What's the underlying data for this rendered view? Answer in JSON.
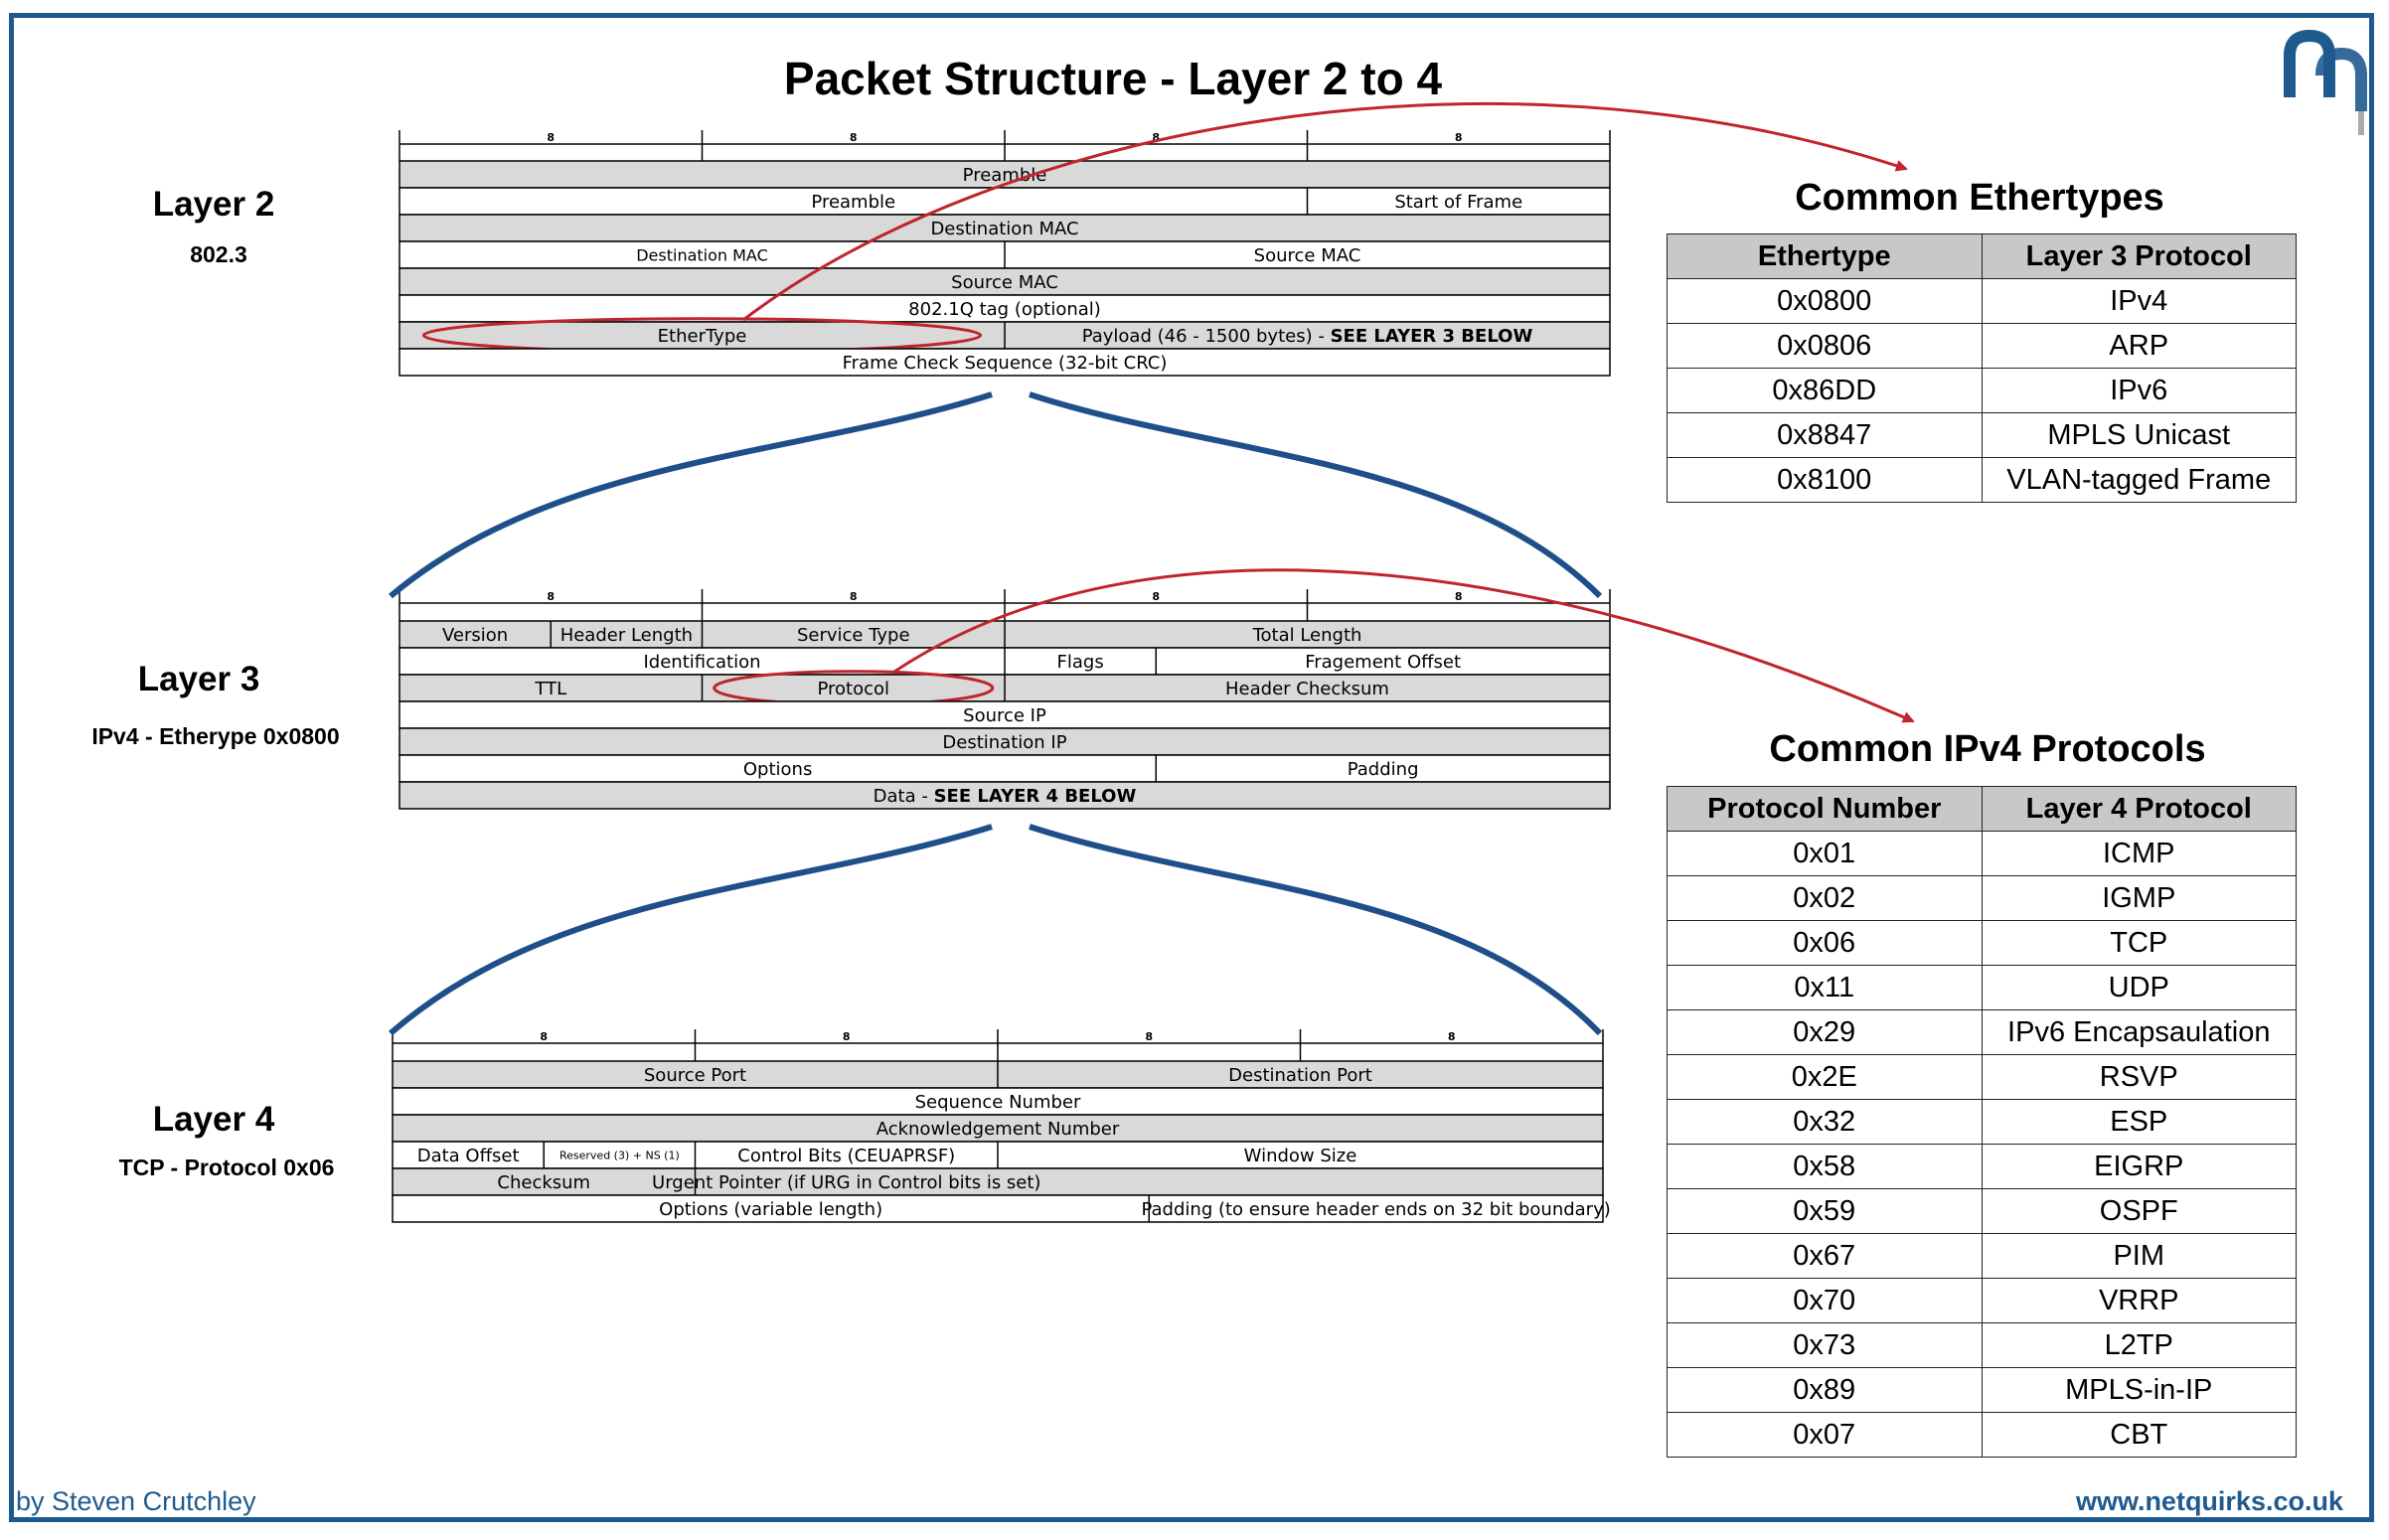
{
  "title": "Packet Structure - Layer 2 to 4",
  "layers": {
    "l2": {
      "title": "Layer 2",
      "subtitle": "802.3"
    },
    "l3": {
      "title": "Layer 3",
      "subtitle": "IPv4 - Etherype 0x0800"
    },
    "l4": {
      "title": "Layer 4",
      "subtitle": "TCP - Protocol 0x06"
    }
  },
  "bit_marker": "8",
  "diagrams": [
    {
      "id": "l2",
      "rows": [
        {
          "shaded": true,
          "cells": [
            {
              "span": 4,
              "text": "Preamble"
            }
          ]
        },
        {
          "shaded": false,
          "cells": [
            {
              "span": 3,
              "text": "Preamble"
            },
            {
              "span": 1,
              "text": "Start of Frame"
            }
          ]
        },
        {
          "shaded": true,
          "cells": [
            {
              "span": 4,
              "text": "Destination MAC"
            }
          ]
        },
        {
          "shaded": false,
          "cells": [
            {
              "span": 2,
              "text": "Destination MAC",
              "small": true
            },
            {
              "span": 2,
              "text": "Source MAC"
            }
          ]
        },
        {
          "shaded": true,
          "cells": [
            {
              "span": 4,
              "text": "Source MAC"
            }
          ]
        },
        {
          "shaded": false,
          "cells": [
            {
              "span": 4,
              "text": "802.1Q tag (optional)"
            }
          ]
        },
        {
          "shaded": true,
          "cells": [
            {
              "span": 2,
              "text": "EtherType",
              "circled": true
            },
            {
              "span": 2,
              "text": "Payload (46 - 1500 bytes) - ",
              "bold": "SEE LAYER 3 BELOW"
            }
          ]
        },
        {
          "shaded": false,
          "cells": [
            {
              "span": 4,
              "text": "Frame Check Sequence (32-bit CRC)"
            }
          ]
        }
      ]
    },
    {
      "id": "l3",
      "rows": [
        {
          "shaded": true,
          "cells": [
            {
              "span": 1,
              "text": "Version"
            },
            {
              "span": 1,
              "text": "Header Length"
            },
            {
              "span": 2,
              "text": "Service Type"
            },
            {
              "span": 4,
              "text": "Total Length"
            }
          ]
        },
        {
          "shaded": false,
          "cells": [
            {
              "span": 4,
              "text": "Identification"
            },
            {
              "span": 1,
              "text": "Flags"
            },
            {
              "span": 3,
              "text": "Fragement Offset"
            }
          ]
        },
        {
          "shaded": true,
          "cells": [
            {
              "span": 2,
              "text": "TTL"
            },
            {
              "span": 2,
              "text": "Protocol",
              "circled": true
            },
            {
              "span": 4,
              "text": "Header Checksum"
            }
          ]
        },
        {
          "shaded": false,
          "cells": [
            {
              "span": 8,
              "text": "Source IP"
            }
          ]
        },
        {
          "shaded": true,
          "cells": [
            {
              "span": 8,
              "text": "Destination IP"
            }
          ]
        },
        {
          "shaded": false,
          "cells": [
            {
              "span": 5,
              "text": "Options"
            },
            {
              "span": 3,
              "text": "Padding"
            }
          ]
        },
        {
          "shaded": true,
          "cells": [
            {
              "span": 8,
              "text": "Data - ",
              "bold": "SEE LAYER 4 BELOW"
            }
          ]
        }
      ]
    },
    {
      "id": "l4",
      "rows": [
        {
          "shaded": true,
          "cells": [
            {
              "span": 4,
              "text": "Source Port"
            },
            {
              "span": 4,
              "text": "Destination Port"
            }
          ]
        },
        {
          "shaded": false,
          "cells": [
            {
              "span": 8,
              "text": "Sequence Number"
            }
          ]
        },
        {
          "shaded": true,
          "cells": [
            {
              "span": 8,
              "text": "Acknowledgement Number"
            }
          ]
        },
        {
          "shaded": false,
          "cells": [
            {
              "span": 1,
              "text": "Data Offset"
            },
            {
              "span": 1,
              "text": "Reserved (3) + NS (1)",
              "tiny": true
            },
            {
              "span": 2,
              "text": "Control Bits (CEUAPRSF)"
            },
            {
              "span": 4,
              "text": "Window Size"
            }
          ]
        },
        {
          "shaded": true,
          "cells": [
            {
              "span": 2,
              "text": "Checksum"
            },
            {
              "span": 2,
              "text": "Urgent Pointer (if URG in Control bits is set)"
            }
          ]
        },
        {
          "shaded": false,
          "cells": [
            {
              "span": 5,
              "text": "Options (variable length)"
            },
            {
              "span": 3,
              "text": "Padding (to ensure header ends on 32 bit boundary)"
            }
          ]
        }
      ]
    }
  ],
  "ethertypes": {
    "title": "Common Ethertypes",
    "headers": [
      "Ethertype",
      "Layer 3 Protocol"
    ],
    "rows": [
      [
        "0x0800",
        "IPv4"
      ],
      [
        "0x0806",
        "ARP"
      ],
      [
        "0x86DD",
        "IPv6"
      ],
      [
        "0x8847",
        "MPLS Unicast"
      ],
      [
        "0x8100",
        "VLAN-tagged Frame"
      ]
    ]
  },
  "ipv4_protocols": {
    "title": "Common IPv4 Protocols",
    "headers": [
      "Protocol Number",
      "Layer 4 Protocol"
    ],
    "rows": [
      [
        "0x01",
        "ICMP"
      ],
      [
        "0x02",
        "IGMP"
      ],
      [
        "0x06",
        "TCP"
      ],
      [
        "0x11",
        "UDP"
      ],
      [
        "0x29",
        "IPv6 Encapsaulation"
      ],
      [
        "0x2E",
        "RSVP"
      ],
      [
        "0x32",
        "ESP"
      ],
      [
        "0x58",
        "EIGRP"
      ],
      [
        "0x59",
        "OSPF"
      ],
      [
        "0x67",
        "PIM"
      ],
      [
        "0x70",
        "VRRP"
      ],
      [
        "0x73",
        "L2TP"
      ],
      [
        "0x89",
        "MPLS-in-IP"
      ],
      [
        "0x07",
        "CBT"
      ]
    ]
  },
  "footer": {
    "credit": "by Steven Crutchley",
    "site": "www.netquirks.co.uk"
  },
  "colors": {
    "frame": "#1f5a8f",
    "shaded": "#d9d9d9",
    "circle": "#c0242e",
    "brace": "#1f4f8a"
  }
}
